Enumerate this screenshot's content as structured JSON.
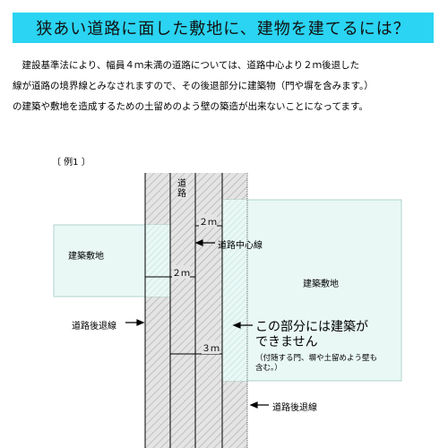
{
  "title": "狭あい道路に面した敷地に、建物を建てるには？",
  "paragraph": [
    "　建設基準法により、幅員４ｍ未満の道路については、道路中心より２ｍ後退した",
    "線が道路の境界線とみなされますので、その後退部分に建築物（門や塀を含みます。）",
    "の建築や敷地を造成するための土留めのよう壁の築造が出来ないことになってます。"
  ],
  "example_label": "〔 例1 〕",
  "road_label": "道路",
  "left_site_label": "建築敷地",
  "right_site_label": "建築敷地",
  "dim_top": "２ｍ",
  "dim_left": "２ｍ",
  "dim_right": "３ｍ",
  "road_center_label": "道路中心線",
  "setback_left_label": "道路後退線",
  "setback_right_label": "道路後退線",
  "cannot_build_line1": "この部分には建築が",
  "cannot_build_line2": "できません",
  "note_line1": "（付随する門、塀や土留めよう壁も",
  "note_line2": "含む。）",
  "colors": {
    "title_bg": "#2ad4f2",
    "site_fill": "#e9f8f5",
    "hatch": "#bfbfbf",
    "line": "#000000"
  }
}
